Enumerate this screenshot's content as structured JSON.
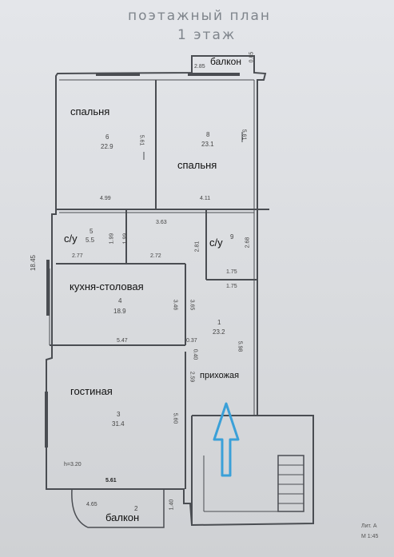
{
  "title": {
    "line1": "поэтажный план",
    "line2": "1 этаж"
  },
  "rooms": {
    "bedroom_left": {
      "label": "спальня",
      "num": "6",
      "area": "22.9"
    },
    "bedroom_right": {
      "label": "спальня",
      "num": "8",
      "area": "23.1"
    },
    "wc_left": {
      "label": "с/у",
      "num": "5",
      "area": "5.5"
    },
    "wc_right": {
      "label": "с/у",
      "num": "9"
    },
    "kitchen": {
      "label": "кухня-столовая",
      "num": "4",
      "area": "18.9"
    },
    "hall": {
      "label": "прихожая",
      "num": "1",
      "area": "23.2"
    },
    "living": {
      "label": "гостиная",
      "num": "3",
      "area": "31.4"
    },
    "balcony_top": {
      "label": "балкон"
    },
    "balcony_bottom": {
      "label": "балкон",
      "num": "2"
    }
  },
  "dims": {
    "d1": "2.85",
    "d2": "0.85",
    "d3": "5.61",
    "d4": "5.61",
    "d5": "4.99",
    "d6": "4.11",
    "d7": "3.63",
    "d8": "1.99",
    "d9": "1.99",
    "d10": "2.81",
    "d11": "2.68",
    "d12": "2.77",
    "d13": "2.72",
    "d14": "1.75",
    "d15": "1.75",
    "d16": "3.46",
    "d17": "3.65",
    "d18": "5.98",
    "d19": "5.47",
    "d20": "0.37",
    "d21": "0.40",
    "d22": "2.59",
    "d23": "5.60",
    "d24": "5.61",
    "d25": "4.65",
    "d26": "1.40",
    "d27": "18.45",
    "d28": "h=3.20"
  },
  "stamp": {
    "line1": "Лит. А",
    "line2": "М 1:45"
  },
  "colors": {
    "line": "#4a4d52",
    "arrow": "#3aa0d8",
    "title": "#7f858c",
    "paper": "#e0e2e6"
  }
}
